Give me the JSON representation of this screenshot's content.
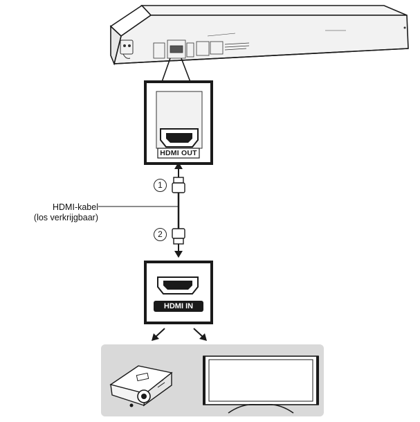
{
  "player_port_label": "HDMI OUT",
  "tv_port_label": "HDMI IN",
  "cable_label_line1": "HDMI-kabel",
  "cable_label_line2": "(los verkrijgbaar)",
  "step_1": "1",
  "step_2": "2",
  "colors": {
    "line": "#1a1a1a",
    "device_panel": "#f2f2f2",
    "display_backdrop": "#d9d9d9",
    "port_badge": "#1a1a1a"
  }
}
